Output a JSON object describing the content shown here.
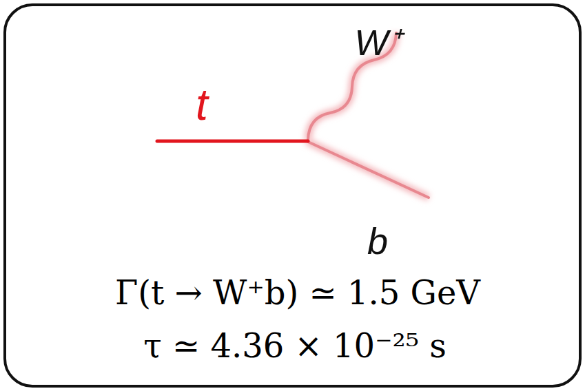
{
  "diagram": {
    "nodes": [
      {
        "text": [
          "Γ(t → W⁺b) ≃ 1.5 GeV",
          "τ ≃ 4.36 × 10⁻²⁵ s"
        ]
      }
    ],
    "labels": [
      "t",
      "W⁺",
      "b"
    ]
  }
}
